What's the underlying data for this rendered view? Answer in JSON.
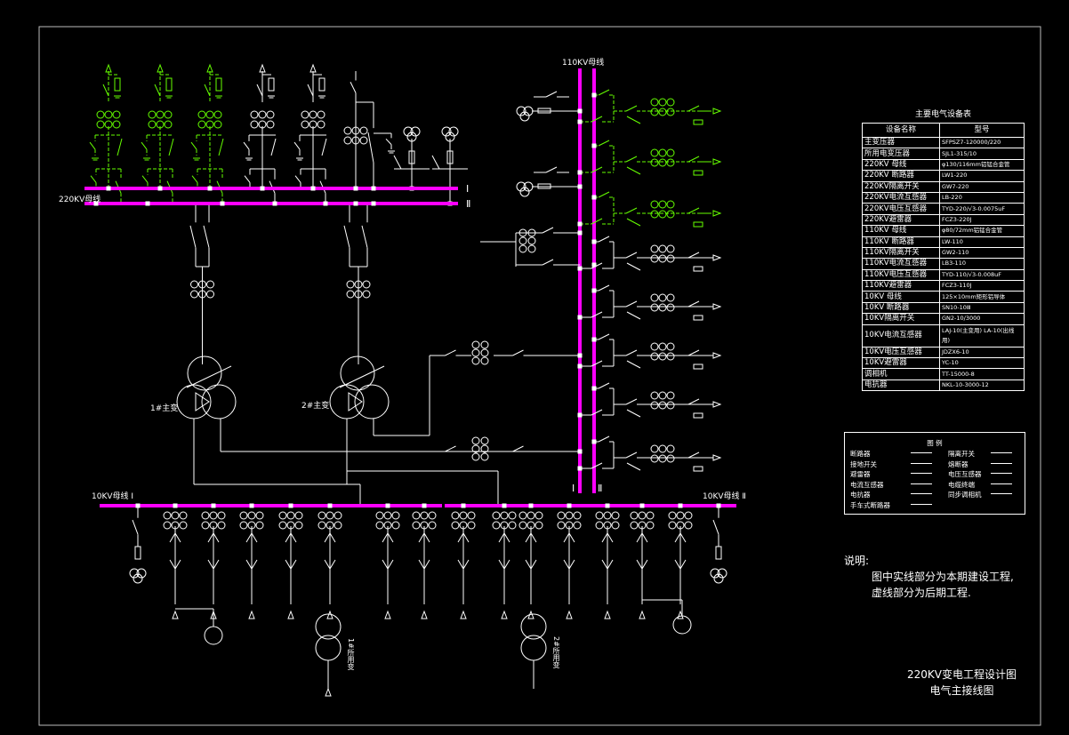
{
  "colors": {
    "bus": "#ff00ff",
    "existing": "#ffffff",
    "future": "#66ff00",
    "background": "#000000"
  },
  "labels": {
    "bus_220": "220KV母线",
    "bus_220_I": "Ⅰ",
    "bus_220_II": "Ⅱ",
    "bus_110": "110KV母线",
    "bus_110_I": "Ⅰ",
    "bus_110_II": "Ⅱ",
    "bus_10_I": "10KV母线 Ⅰ",
    "bus_10_II": "10KV母线 Ⅱ",
    "transformer_1": "1#主变",
    "transformer_2": "2#主变",
    "station_transformer_1": "1#所用变",
    "station_transformer_2": "2#所用变"
  },
  "equipment_table": {
    "title": "主要电气设备表",
    "headers": [
      "设备名称",
      "型号"
    ],
    "rows": [
      [
        "主变压器",
        "SFPSZ7-120000/220"
      ],
      [
        "所用电变压器",
        "SJL1-315/10"
      ],
      [
        "220KV 母线",
        "φ130/116mm铝锰合金管"
      ],
      [
        "220KV 断路器",
        "LW1-220"
      ],
      [
        "220KV隔离开关",
        "GW7-220"
      ],
      [
        "220KV电流互感器",
        "LB-220"
      ],
      [
        "220KV电压互感器",
        "TYD-220/√3-0.0075uF"
      ],
      [
        "220KV避雷器",
        "FCZ3-220J"
      ],
      [
        "110KV 母线",
        "φ80/72mm铝锰合金管"
      ],
      [
        "110KV 断路器",
        "LW-110"
      ],
      [
        "110KV隔离开关",
        "GW2-110"
      ],
      [
        "110KV电流互感器",
        "LB3-110"
      ],
      [
        "110KV电压互感器",
        "TYD-110/√3-0.008uF"
      ],
      [
        "110KV避雷器",
        "FCZ3-110J"
      ],
      [
        "10KV 母线",
        "125×10mm矩形铝导体"
      ],
      [
        "10KV 断路器",
        "SN10-10Ⅲ"
      ],
      [
        "10KV隔离开关",
        "GN2-10/3000"
      ],
      [
        "10KV电流互感器",
        "LAJ-10(主变用) LA-10(出线用)"
      ],
      [
        "10KV电压互感器",
        "JDZX6-10"
      ],
      [
        "10KV避雷器",
        "YC-10"
      ],
      [
        "调相机",
        "TT-15000-8"
      ],
      [
        "电抗器",
        "NKL-10-3000-12"
      ]
    ]
  },
  "legend": {
    "title": "图 例",
    "items": [
      {
        "label": "断路器",
        "icon": "breaker-icon"
      },
      {
        "label": "接地开关",
        "icon": "grounding-switch-icon"
      },
      {
        "label": "避雷器",
        "icon": "surge-arrester-icon"
      },
      {
        "label": "电流互感器",
        "icon": "current-transformer-icon"
      },
      {
        "label": "电抗器",
        "icon": "reactor-icon"
      },
      {
        "label": "手车式断路器",
        "icon": "withdrawable-breaker-icon"
      },
      {
        "label": "隔离开关",
        "icon": "disconnector-icon"
      },
      {
        "label": "熔断器",
        "icon": "fuse-icon"
      },
      {
        "label": "电压互感器",
        "icon": "voltage-transformer-icon"
      },
      {
        "label": "电缆终端",
        "icon": "cable-termination-icon"
      },
      {
        "label": "同步调相机",
        "icon": "synchronous-condenser-icon"
      }
    ]
  },
  "notes": {
    "heading": "说明:",
    "lines": [
      "图中实线部分为本期建设工程,",
      "虚线部分为后期工程."
    ]
  },
  "title_block": {
    "line1": "220KV变电工程设计图",
    "line2": "电气主接线图"
  }
}
